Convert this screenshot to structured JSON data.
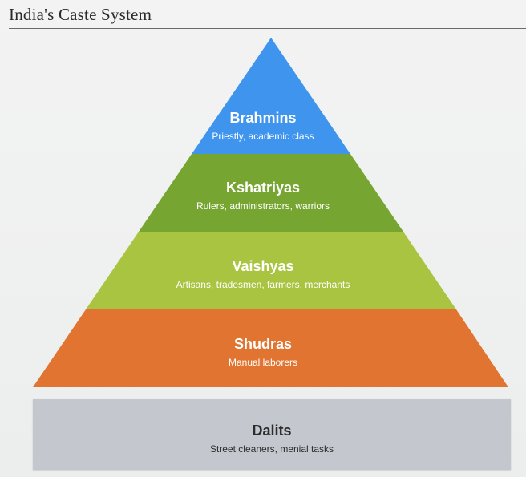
{
  "title": "India's Caste System",
  "tiers": [
    {
      "name": "Brahmins",
      "description": "Priestly, academic class",
      "color": "#3f95ee"
    },
    {
      "name": "Kshatriyas",
      "description": "Rulers, administrators, warriors",
      "color": "#77a531"
    },
    {
      "name": "Vaishyas",
      "description": "Artisans, tradesmen, farmers, merchants",
      "color": "#a9c440"
    },
    {
      "name": "Shudras",
      "description": "Manual laborers",
      "color": "#e07430"
    }
  ],
  "base": {
    "name": "Dalits",
    "description": "Street cleaners, menial tasks",
    "color": "#c4c8ce"
  }
}
